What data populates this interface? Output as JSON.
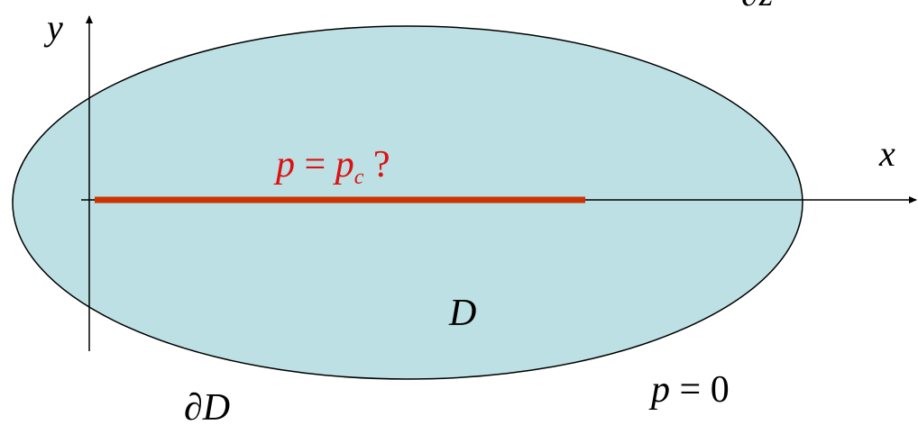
{
  "labels": {
    "y_axis": "y",
    "x_axis": "x",
    "top_fragment": "∂z",
    "crack_p": "p",
    "crack_equals": " = ",
    "crack_pc": "p",
    "crack_sub": "c",
    "crack_question": " ?",
    "domain": "D",
    "boundary": "∂D",
    "bc_p": "p",
    "bc_equals": " = ",
    "bc_zero": "0"
  },
  "colors": {
    "domain_fill": "#bce0e3",
    "outline": "#000000",
    "crack": "#cc3300",
    "crack_text": "#dd1111",
    "text": "#000000"
  }
}
